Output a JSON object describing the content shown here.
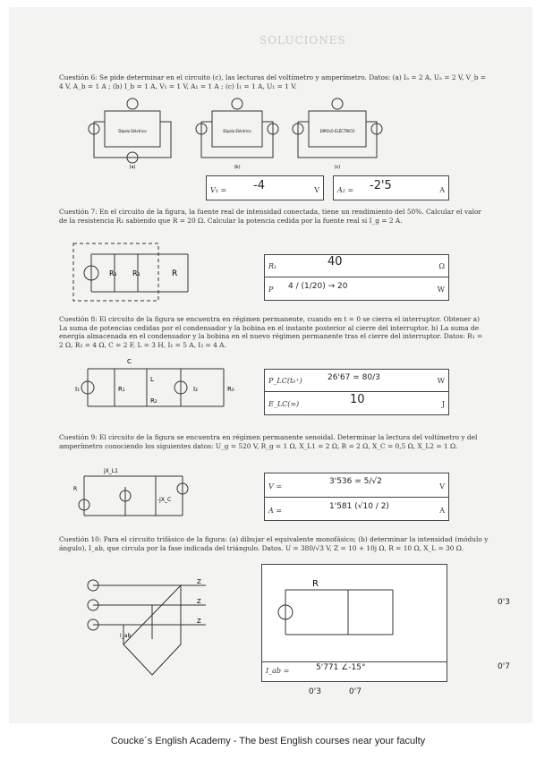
{
  "header_text": "SOLUCIONES",
  "q6": {
    "text": "Cuestión 6: Se pide determinar en el circuito (c), las lecturas del voltímetro y amperímetro. Datos: (a) Iₐ = 2 A, Uₐ = 2 V, V_b = 4 V, A_b = 1 A ; (b) I_b = 1 A, V₁ = 1 V, A₁ = 1 A ; (c) I₁ = 1 A, U₁ = 1 V.",
    "labels": [
      "(a)",
      "(b)",
      "(c)"
    ],
    "box_labels": [
      "Dipolo Eléctrico",
      "Dipolo Eléctrico",
      "DIPOLO ELÉCTRICO"
    ],
    "answers": [
      {
        "label": "V₁ =",
        "value": "-4",
        "unit": "V"
      },
      {
        "label": "A₂ =",
        "value": "-2'5",
        "unit": "A"
      }
    ]
  },
  "q7": {
    "text": "Cuestión 7: En el circuito de la figura, la fuente real de intensidad conectada, tiene un rendimiento del 50%. Calcular el valor de la resistencia R₁ sabiendo que R = 20 Ω. Calcular la potencia cedida por la fuente real si I_g = 2 A.",
    "answers": [
      {
        "label": "R₁",
        "value": "40",
        "unit": "Ω"
      },
      {
        "label": "P",
        "value": "4 / (1/20) → 20",
        "unit": "W"
      }
    ]
  },
  "q8": {
    "text": "Cuestión 8: El circuito de la figura se encuentra en régimen permanente, cuando en t = 0 se cierra el interruptor. Obtener a) La suma de potencias cedidas por el condensador y la bobina en el instante posterior al cierre del interruptor. b) La suma de energía almacenada en el condensador y la bobina en el nuevo régimen permanente tras el cierre del interruptor. Datos: R₁ = 2 Ω, R₂ = 4 Ω, C = 2 F, L = 3 H, I₁ = 5 A, I₂ = 4 A.",
    "answers": [
      {
        "label": "P_LC(t₀⁺)",
        "value": "26'67 = 80/3",
        "unit": "W"
      },
      {
        "label": "E_LC(∞)",
        "value": "10",
        "unit": "J"
      }
    ]
  },
  "q9": {
    "text": "Cuestión 9: El circuito de la figura se encuentra en régimen permanente senoidal. Determinar la lectura del voltímetro y del amperímetro conociendo los siguientes datos: U_g = 520 V, R_g = 1 Ω, X_L1 = 2 Ω, R = 2 Ω, X_C = 0,5 Ω, X_L2 = 1 Ω.",
    "answers": [
      {
        "label": "V =",
        "value": "3'536 = 5/√2",
        "unit": "V"
      },
      {
        "label": "A =",
        "value": "1'581 (√10 / 2)",
        "unit": "A"
      }
    ]
  },
  "q10": {
    "text": "Cuestión 10: Para el circuito trifásico de la figura: (a) dibujar el equivalente monofásico; (b) determinar la intensidad (módulo y ángulo), I_ab, que circula por la fase indicada del triángulo. Datos. U = 380/√3 V, Z = 10 + 10j Ω, R = 10 Ω, X_L = 30 Ω.",
    "answers": [
      {
        "label": "I_ab =",
        "value": "5'771 ∠-15°",
        "unit": ""
      }
    ],
    "marks": [
      "0'3",
      "0'7",
      "0'3",
      "0'7"
    ]
  },
  "footer": "Coucke´s English Academy - The best English courses near your faculty"
}
